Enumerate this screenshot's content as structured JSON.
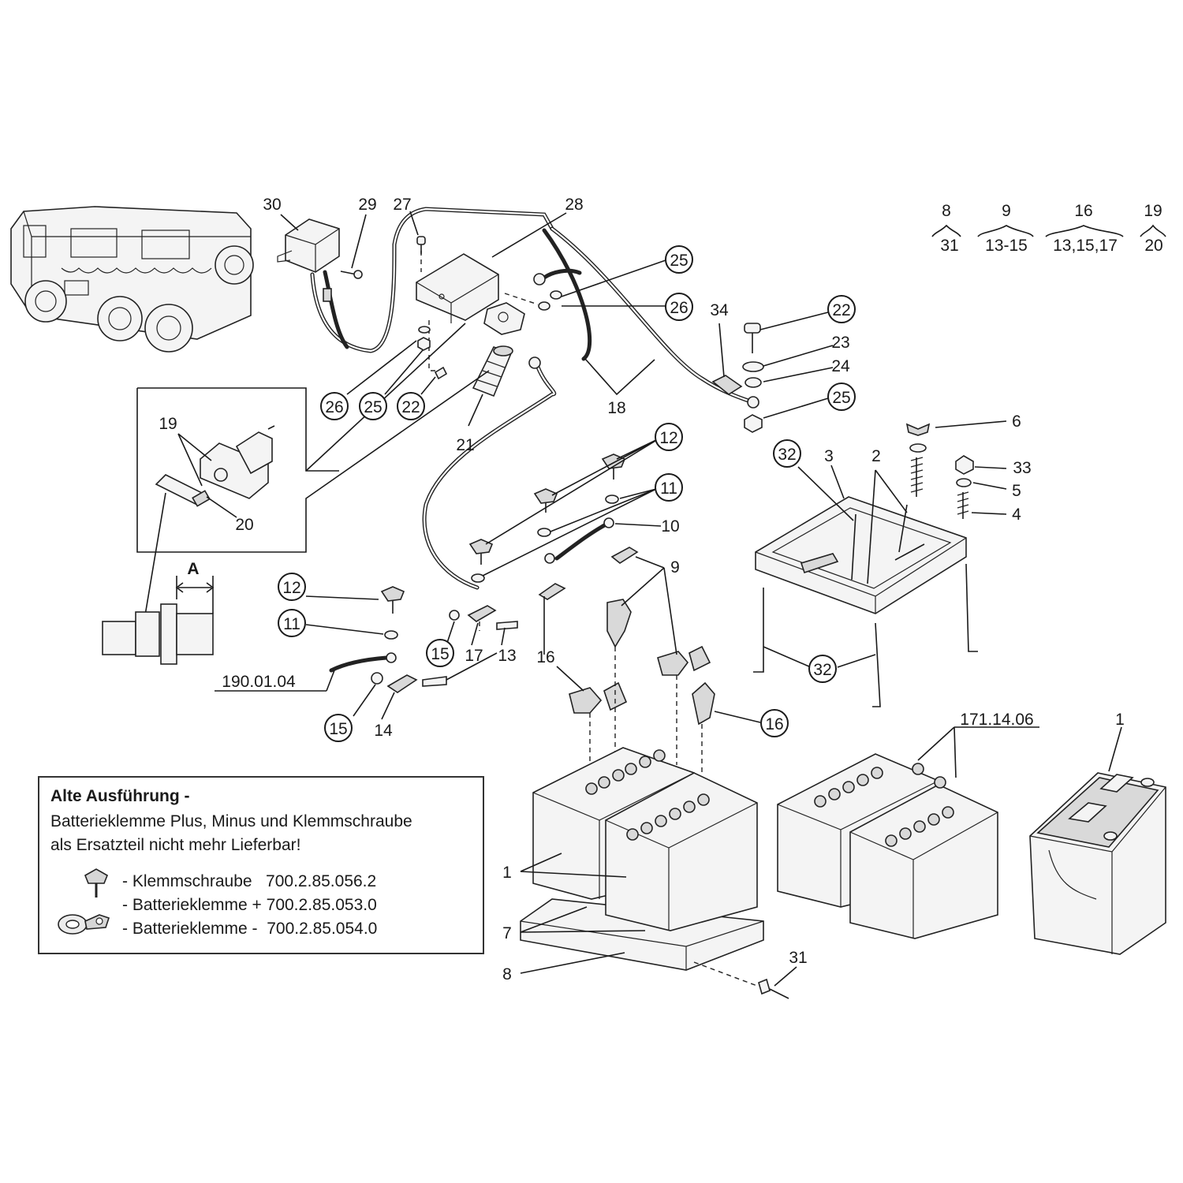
{
  "callouts": {
    "c1": "1",
    "c1b": "1",
    "c2": "2",
    "c3": "3",
    "c4": "4",
    "c5": "5",
    "c6": "6",
    "c7": "7",
    "c8": "8",
    "c9": "9",
    "c10": "10",
    "c11a": "11",
    "c11b": "11",
    "c12a": "12",
    "c12b": "12",
    "c13": "13",
    "c14": "14",
    "c15a": "15",
    "c15b": "15",
    "c16a": "16",
    "c16b": "16",
    "c17": "17",
    "c18": "18",
    "c19": "19",
    "c20": "20",
    "c21": "21",
    "c22a": "22",
    "c22b": "22",
    "c23": "23",
    "c24": "24",
    "c25a": "25",
    "c25b": "25",
    "c25c": "25",
    "c26a": "26",
    "c26b": "26",
    "c27": "27",
    "c28": "28",
    "c29": "29",
    "c30": "30",
    "c31": "31",
    "c32a": "32",
    "c32b": "32",
    "c33": "33",
    "c34": "34",
    "detail_a": "A",
    "ref_190": "190.01.04",
    "ref_171": "171.14.06"
  },
  "groups": [
    {
      "top": "8",
      "bottom": "31"
    },
    {
      "top": "9",
      "bottom": "13-15"
    },
    {
      "top": "16",
      "bottom": "13,15,17"
    },
    {
      "top": "19",
      "bottom": "20"
    }
  ],
  "legend": {
    "title": "Alte Ausführung -",
    "line1": "Batterieklemme Plus, Minus und Klemmschraube",
    "line2": "als Ersatzteil nicht mehr Lieferbar!",
    "items": [
      {
        "icon": "wing-screw-icon",
        "text": "- Klemmschraube   700.2.85.056.2"
      },
      {
        "icon": "battery-clamp-icon",
        "text": "- Batterieklemme + 700.2.85.053.0"
      },
      {
        "icon": "battery-clamp-icon",
        "text": "- Batterieklemme -  700.2.85.054.0"
      }
    ]
  }
}
